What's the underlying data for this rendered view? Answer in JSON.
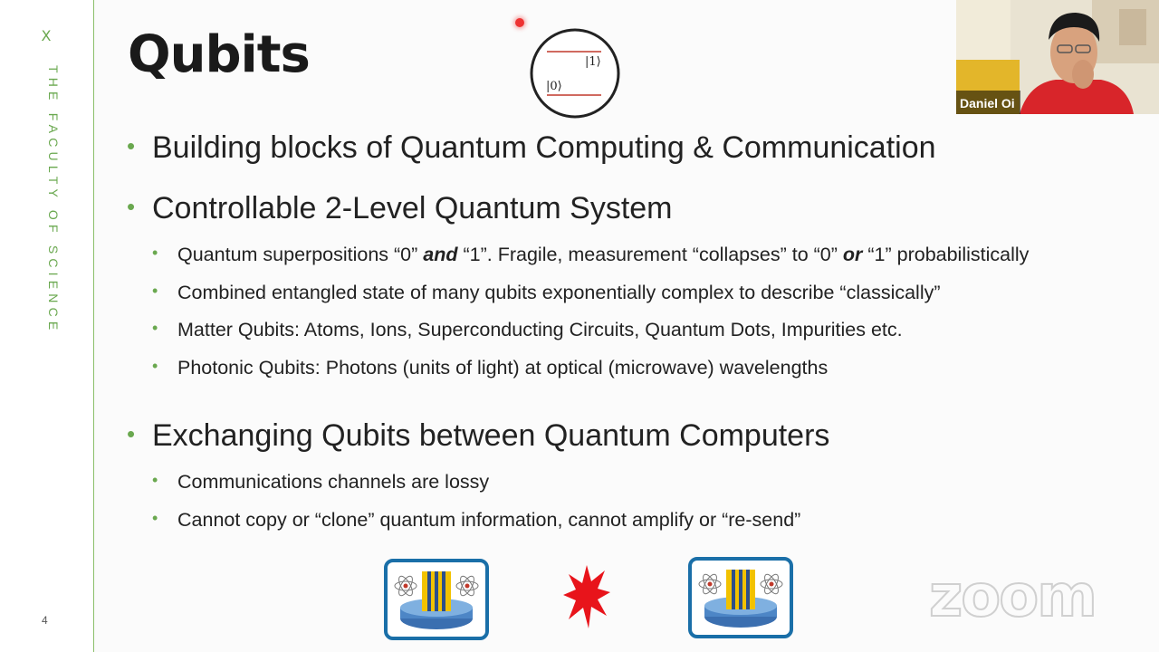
{
  "sidebar": {
    "mark": "X",
    "faculty": "THE FACULTY OF SCIENCE",
    "slide_number": "4"
  },
  "slide": {
    "title": "Qubits",
    "ket_one": "|1⟩",
    "ket_zero": "|0⟩",
    "bullets": [
      "Building blocks of Quantum Computing & Communication",
      "Controllable 2-Level Quantum System",
      "Exchanging Qubits between Quantum Computers"
    ],
    "sub_bullets_1": {
      "line1_a": "Quantum superpositions “0” ",
      "line1_b": "and",
      "line1_c": " “1”. Fragile, measurement “collapses” to “0” ",
      "line1_d": "or",
      "line1_e": " “1” probabilistically",
      "line2": "Combined entangled state of many qubits exponentially complex to describe “classically”",
      "line3": "Matter Qubits: Atoms, Ions, Superconducting Circuits, Quantum Dots, Impurities etc.",
      "line4": "Photonic Qubits: Photons (units of light) at optical (microwave) wavelengths"
    },
    "sub_bullets_2": [
      "Communications channels are lossy",
      "Cannot copy or “clone” quantum information, cannot amplify or “re-send”"
    ]
  },
  "video": {
    "participant_name": "Daniel Oi",
    "watermark": "zoom"
  },
  "colors": {
    "accent_green": "#6aa84f",
    "qc_border": "#1a6fa8",
    "burst_red": "#e8141b"
  }
}
